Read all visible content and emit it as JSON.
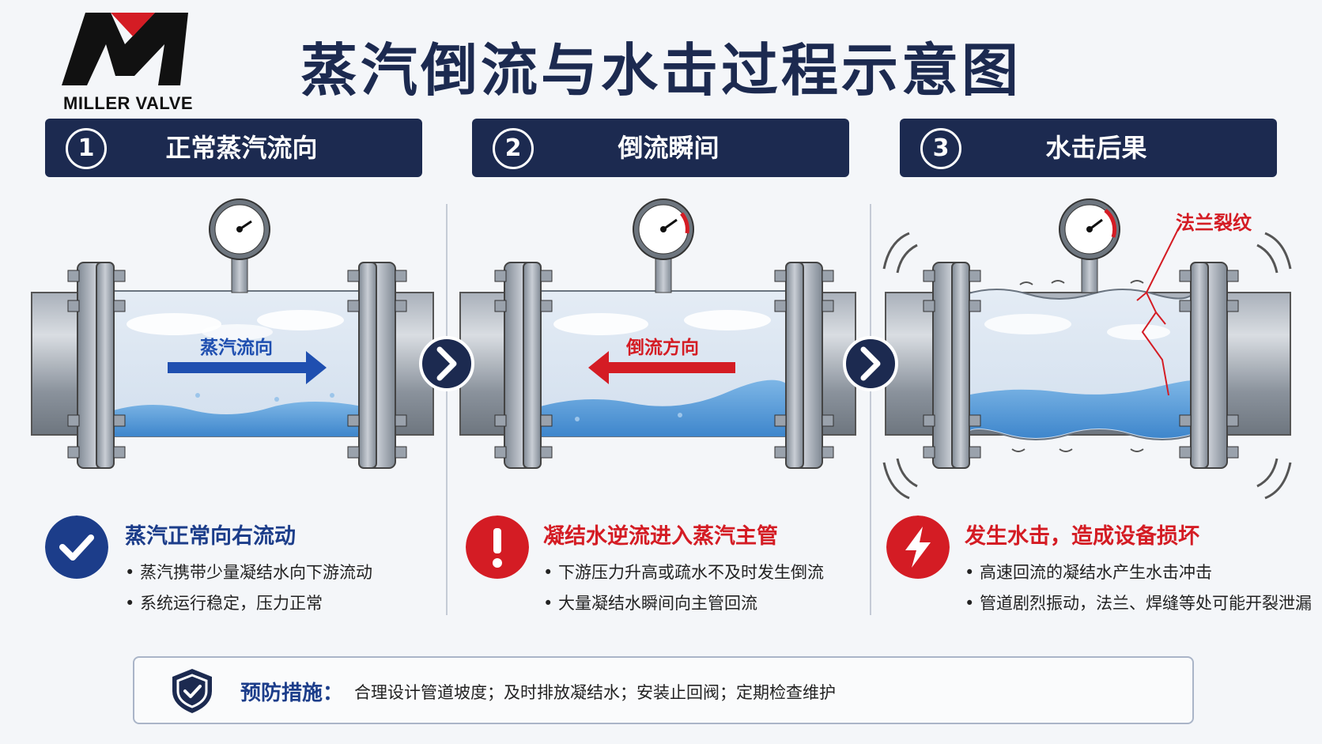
{
  "header": {
    "logo_text": "MILLER VALVE",
    "title": "蒸汽倒流与水击过程示意图"
  },
  "steps": [
    {
      "num": "1",
      "title": "正常蒸汽流向",
      "arrow_label": "蒸汽流向",
      "result_title": "蒸汽正常向右流动",
      "bullets": [
        "• 蒸汽携带少量凝结水向下游流动",
        "• 系统运行稳定，压力正常"
      ]
    },
    {
      "num": "2",
      "title": "倒流瞬间",
      "arrow_label": "倒流方向",
      "result_title": "凝结水逆流进入蒸汽主管",
      "bullets": [
        "• 下游压力升高或疏水不及时发生倒流",
        "• 大量凝结水瞬间向主管回流"
      ]
    },
    {
      "num": "3",
      "title": "水击后果",
      "crack_label": "法兰裂纹",
      "result_title": "发生水击，造成设备损坏",
      "bullets": [
        "• 高速回流的凝结水产生水击冲击",
        "• 管道剧烈振动，法兰、焊缝等处可能开裂泄漏"
      ]
    }
  ],
  "prevention": {
    "label": "预防措施：",
    "text": "合理设计管道坡度；及时排放凝结水；安装止回阀；定期检查维护"
  },
  "colors": {
    "navy": "#1c2a50",
    "steam_blue": "#1f4fb0",
    "reverse_red": "#d41c24",
    "water": "#5fa0dc",
    "ok_icon": "#1c3d8a",
    "warn_icon": "#d41c24"
  },
  "icons": [
    "checkmark-icon",
    "exclamation-icon",
    "lightning-icon",
    "shield-check-icon",
    "chevron-right-icon",
    "pressure-gauge-icon"
  ]
}
